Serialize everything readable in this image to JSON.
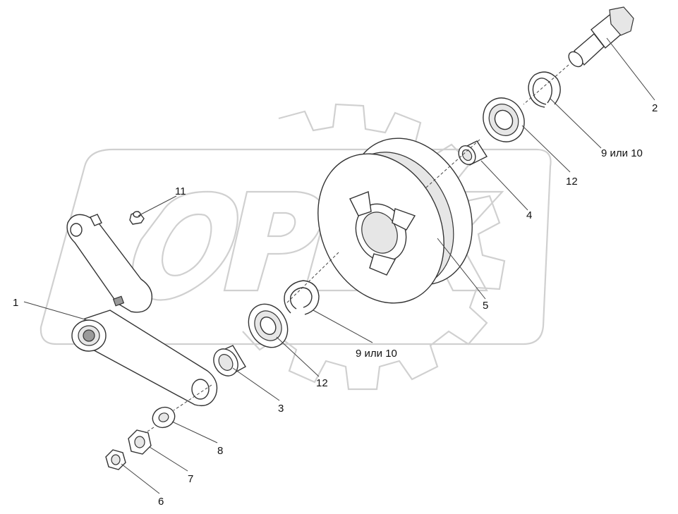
{
  "watermark": {
    "text": "OPEX"
  },
  "callouts": [
    {
      "id": "c1",
      "text": "1"
    },
    {
      "id": "c2",
      "text": "2"
    },
    {
      "id": "c3",
      "text": "3"
    },
    {
      "id": "c4",
      "text": "4"
    },
    {
      "id": "c5",
      "text": "5"
    },
    {
      "id": "c6",
      "text": "6"
    },
    {
      "id": "c7",
      "text": "7"
    },
    {
      "id": "c8",
      "text": "8"
    },
    {
      "id": "c9a",
      "text": "9 или 10"
    },
    {
      "id": "c9b",
      "text": "9 или 10"
    },
    {
      "id": "c11",
      "text": "11"
    },
    {
      "id": "c12a",
      "text": "12"
    },
    {
      "id": "c12b",
      "text": "12"
    }
  ]
}
